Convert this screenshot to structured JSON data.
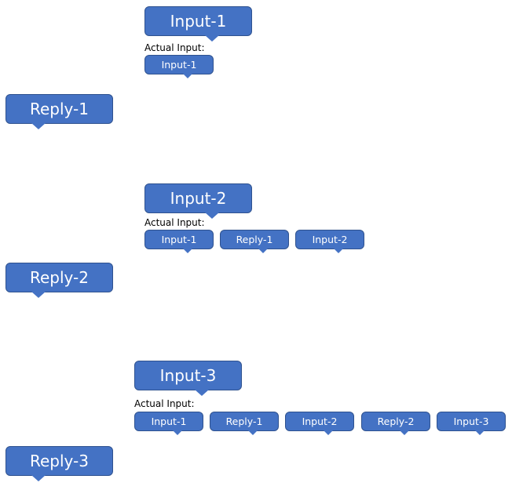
{
  "section1": {
    "input": "Input-1",
    "actual_input_label": "Actual Input:",
    "actual": [
      "Input-1"
    ],
    "reply": "Reply-1"
  },
  "section2": {
    "input": "Input-2",
    "actual_input_label": "Actual Input:",
    "actual": [
      "Input-1",
      "Reply-1",
      "Input-2"
    ],
    "reply": "Reply-2"
  },
  "section3": {
    "input": "Input-3",
    "actual_input_label": "Actual Input:",
    "actual": [
      "Input-1",
      "Reply-1",
      "Input-2",
      "Reply-2",
      "Input-3"
    ],
    "reply": "Reply-3"
  },
  "colors": {
    "fill": "#4472c4",
    "border": "#2f528f",
    "text": "#ffffff"
  }
}
